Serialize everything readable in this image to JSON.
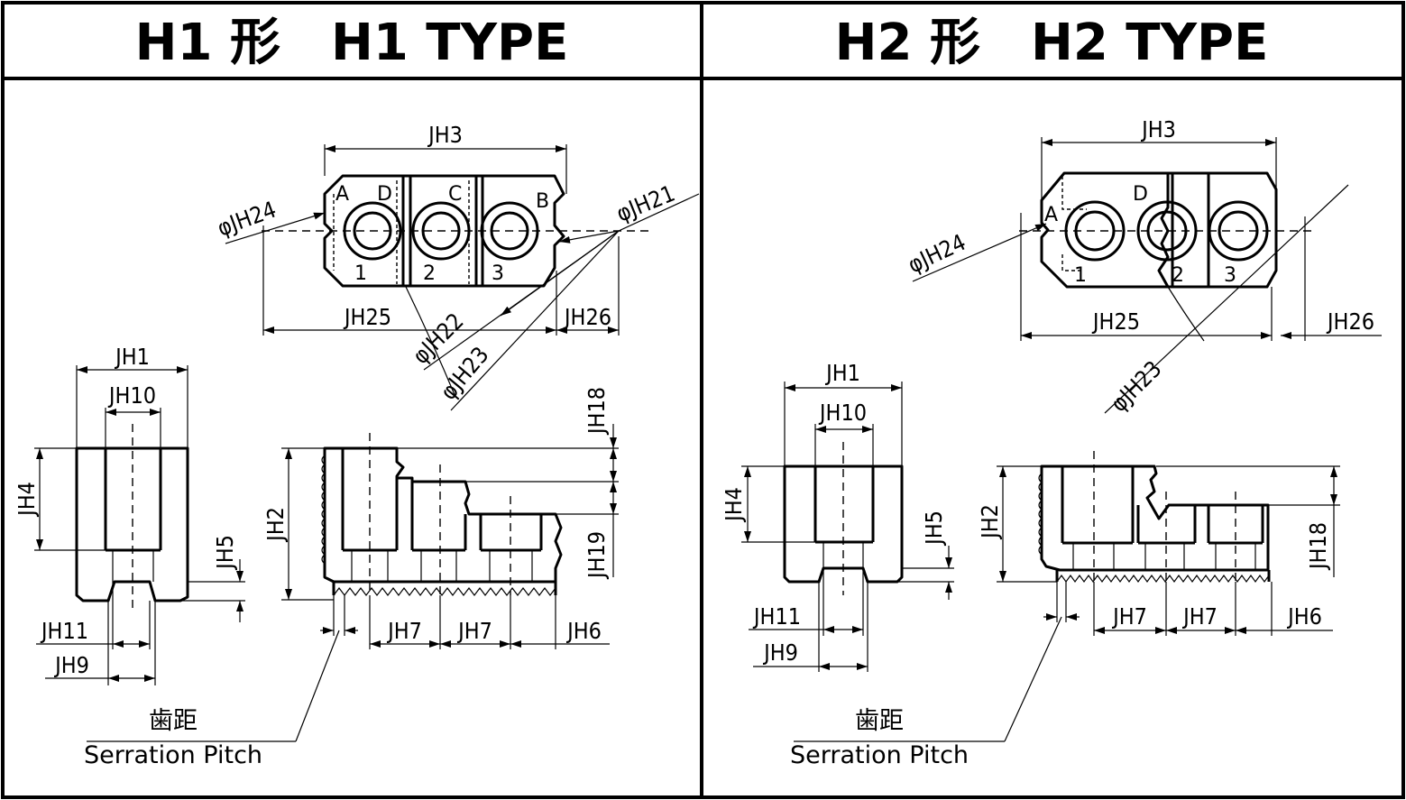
{
  "headers": {
    "h1": "H1 形　H1 TYPE",
    "h2": "H2 形　H2 TYPE"
  },
  "h1": {
    "top": {
      "width_label": "JH3",
      "length_label": "JH25",
      "offset_label": "JH26",
      "bolt_dia_label": "φJH24",
      "pcd1_label": "φJH21",
      "pcd2_label": "φJH22",
      "pcd3_label": "φJH23",
      "letters": [
        "A",
        "D",
        "C",
        "B"
      ],
      "numbers": [
        "1",
        "2",
        "3"
      ]
    },
    "side": {
      "width_label": "JH1",
      "bore_label": "JH10",
      "height_label": "JH4",
      "step_label": "JH5",
      "key_label": "JH11",
      "key2_label": "JH9"
    },
    "front": {
      "height_label": "JH2",
      "top_label": "JH18",
      "step_label": "JH19",
      "pitch1_label": "JH7",
      "pitch2_label": "JH7",
      "end_label": "JH6",
      "serration_jp": "歯距",
      "serration_en": "Serration Pitch"
    }
  },
  "h2": {
    "top": {
      "width_label": "JH3",
      "length_label": "JH25",
      "offset_label": "JH26",
      "bolt_dia_label": "φJH24",
      "pcd3_label": "φJH23",
      "letters": [
        "A",
        "D"
      ],
      "numbers": [
        "1",
        "2",
        "3"
      ]
    },
    "side": {
      "width_label": "JH1",
      "bore_label": "JH10",
      "height_label": "JH4",
      "step_label": "JH5",
      "key_label": "JH11",
      "key2_label": "JH9"
    },
    "front": {
      "height_label": "JH2",
      "top_label": "JH18",
      "pitch1_label": "JH7",
      "pitch2_label": "JH7",
      "end_label": "JH6",
      "serration_jp": "歯距",
      "serration_en": "Serration Pitch"
    }
  }
}
